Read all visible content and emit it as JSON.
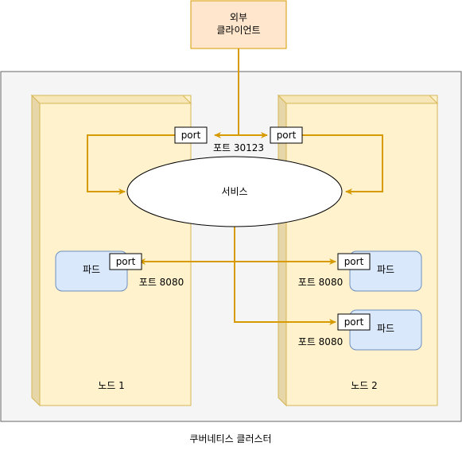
{
  "client": {
    "line1": "외부",
    "line2": "클라이언트"
  },
  "cluster": {
    "label": "쿠버네티스 클러스터"
  },
  "nodes": [
    {
      "label": "노드 1"
    },
    {
      "label": "노드 2"
    }
  ],
  "service": {
    "label": "서비스",
    "port_left": "port",
    "port_right": "port",
    "port_caption": "포트 30123"
  },
  "pods": [
    {
      "label": "파드",
      "port": "port",
      "port_caption": "포트 8080"
    },
    {
      "label": "파드",
      "port": "port",
      "port_caption": "포트 8080"
    },
    {
      "label": "파드",
      "port": "port",
      "port_caption": "포트 8080"
    }
  ],
  "colors": {
    "arrow": "#d79b00",
    "client_fill": "#ffe6cc",
    "client_stroke": "#d79b00",
    "node_fill": "#fff2cc",
    "node_stroke": "#d6b656",
    "pod_fill": "#dae8fc",
    "pod_stroke": "#6c8ebf",
    "cluster_fill": "#f5f5f5",
    "cluster_stroke": "#666666"
  }
}
